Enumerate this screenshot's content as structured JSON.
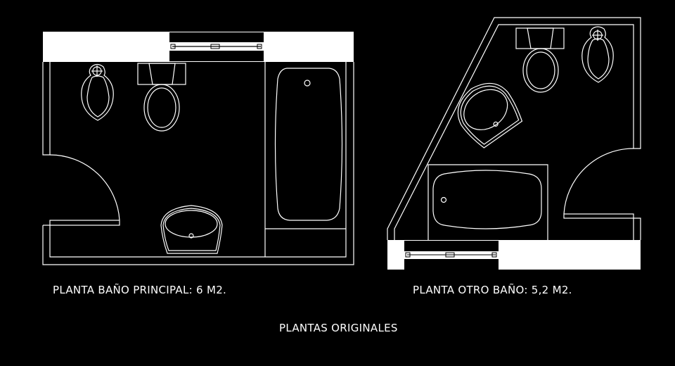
{
  "labels": {
    "plan_main": "PLANTA BAÑO PRINCIPAL: 6 M2.",
    "plan_other": "PLANTA OTRO BAÑO: 5,2 M2.",
    "title": "PLANTAS ORIGINALES"
  },
  "colors": {
    "background": "#000000",
    "lines": "#ffffff"
  }
}
